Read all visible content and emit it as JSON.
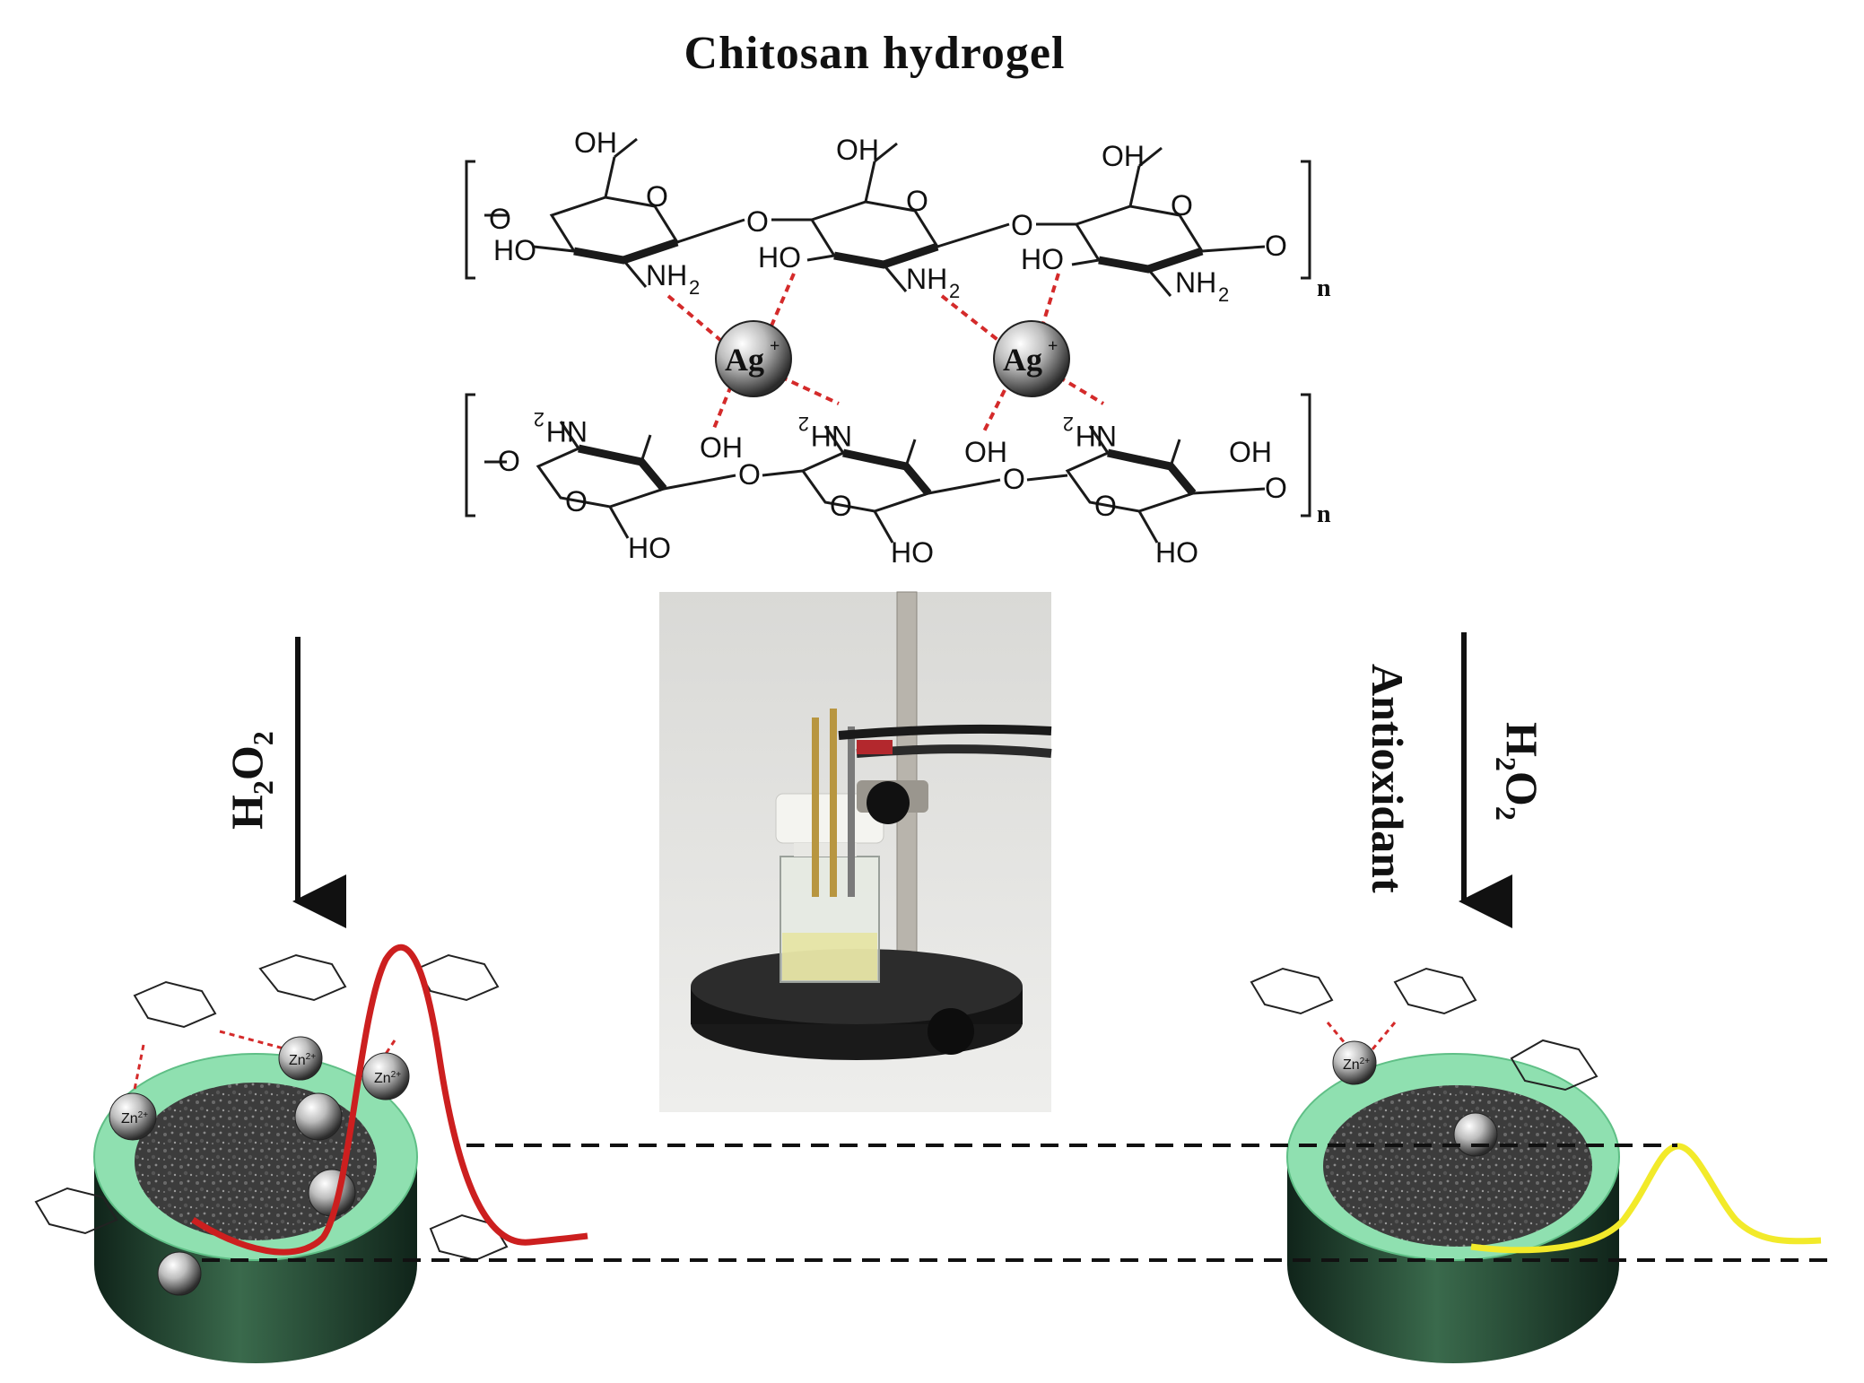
{
  "figure": {
    "title": "Chitosan hydrogel"
  },
  "chitosan_top": {
    "substituents": {
      "oh": "OH",
      "ho": "HO",
      "nh2": "NH",
      "nh2_sub": "2",
      "ring_oxygen": "O",
      "link_oxygen": "O"
    },
    "repeat_label": "n",
    "metal_ion": "Ag",
    "metal_ion_charge": "+"
  },
  "chitosan_bottom": {
    "repeat_label": "n"
  },
  "left_electrode": {
    "reagent": "H",
    "reagent_sub": "2",
    "reagent_tail": "O",
    "reagent_sub2": "2",
    "ion_label": "Zn",
    "ion_charge": "2+",
    "peak_color": "#cc1f1f"
  },
  "right_electrode": {
    "reagent": "H",
    "reagent_sub": "2",
    "reagent_tail": "O",
    "reagent_sub2": "2",
    "additive": "Antioxidant",
    "ion_label": "Zn",
    "ion_charge": "2+",
    "peak_color": "#f2ea2a"
  },
  "colors": {
    "electrode_rim": "#8fe0b0",
    "electrode_body": "#1f3a2a",
    "surface": "#3a3a3a",
    "bond": "#1a1a1a",
    "coordination": "#d42a2a"
  }
}
